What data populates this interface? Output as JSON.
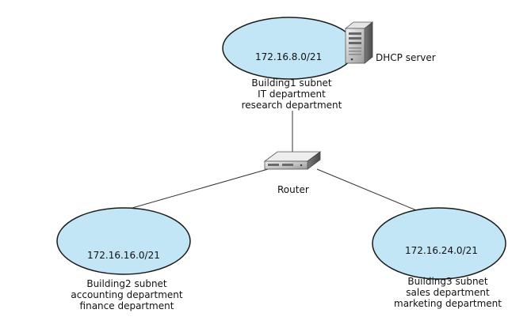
{
  "colors": {
    "subnet_fill": "#c2e6f6",
    "subnet_stroke": "#1a1a1a",
    "link": "#333333",
    "device_body": "#d6d6d6"
  },
  "icons": {
    "server": "server-icon",
    "router": "router-icon"
  },
  "nodes": {
    "building1": {
      "subnet": "172.16.8.0/21",
      "lines": [
        "Building1 subnet",
        "IT department",
        "research department"
      ]
    },
    "building2": {
      "subnet": "172.16.16.0/21",
      "lines": [
        "Building2 subnet",
        "accounting department",
        "finance department"
      ]
    },
    "building3": {
      "subnet": "172.16.24.0/21",
      "lines": [
        "Building3 subnet",
        "sales department",
        "marketing department"
      ]
    },
    "dhcp": {
      "label": "DHCP server"
    },
    "router": {
      "label": "Router"
    }
  },
  "links": [
    {
      "from": "router",
      "to": "building1"
    },
    {
      "from": "router",
      "to": "building2"
    },
    {
      "from": "router",
      "to": "building3"
    }
  ]
}
